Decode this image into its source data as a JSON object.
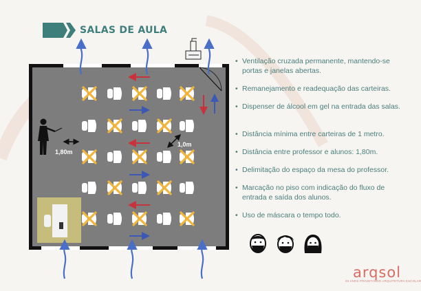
{
  "header": {
    "title": "SALAS DE AULA"
  },
  "plan": {
    "teacher_distance": "1,80m",
    "desk_distance": "1,0m"
  },
  "bullets": [
    "Ventilação cruzada permanente, mantendo-se portas e janelas abertas.",
    "Remanejamento e readequação das carteiras.",
    "Dispenser de álcool em gel na entrada das salas.",
    "Distância mínima entre carteiras de 1 metro.",
    "Distância entre professor e alunos: 1,80m.",
    "Delimitação do espaço  da mesa do professor.",
    "Marcação no piso com indicação do fluxo de entrada e saída dos alunos.",
    "Uso de máscara o tempo todo."
  ],
  "brand": {
    "name": "arqsol",
    "tagline": "25 ANOS PROJETANDO ARQUITETURA ESCOLAR"
  },
  "colors": {
    "teal": "#3f7f7b",
    "floor": "#7d7d7d",
    "cross": "#f0b53a",
    "flow_in": "#3b58b5",
    "flow_out": "#c8323d",
    "vent": "#4a6fc9",
    "teacher_zone": "#c6bd7d",
    "brand": "#d76c62"
  },
  "icons": [
    "chevron-right-icon",
    "teacher-icon",
    "alcohol-dispenser-icon",
    "face-mask-icon",
    "ventilation-arrow-icon"
  ]
}
